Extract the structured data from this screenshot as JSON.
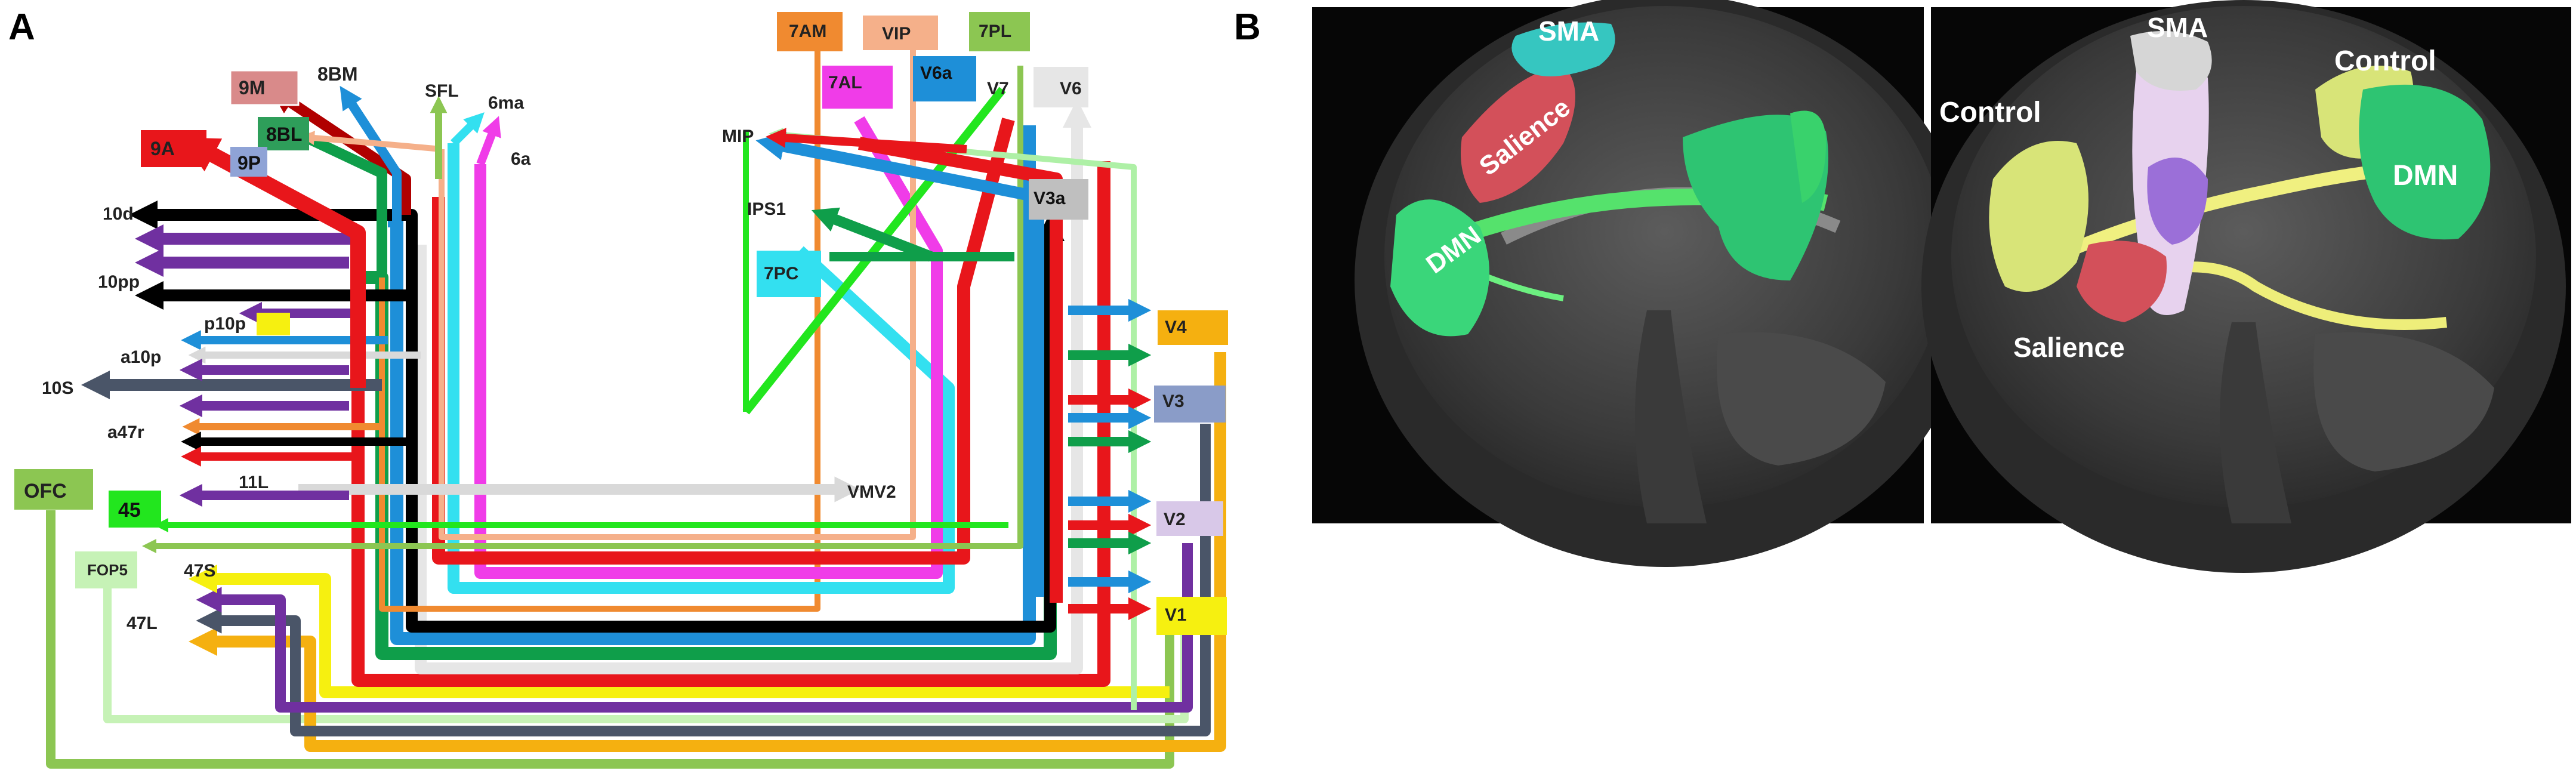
{
  "panels": {
    "a": "A",
    "b": "B"
  },
  "panel_a": {
    "labels": {
      "r9m": "9M",
      "r8bm": "8BM",
      "sfl": "SFL",
      "r6ma": "6ma",
      "r6a": "6a",
      "r8bl": "8BL",
      "r9p": "9P",
      "r9a": "9A",
      "r10d": "10d",
      "r10pp": "10pp",
      "p10p": "p10p",
      "a10p": "a10p",
      "r10s": "10S",
      "a47r": "a47r",
      "r11l": "11L",
      "ofc": "OFC",
      "r45": "45",
      "fop5": "FOP5",
      "r47s": "47S",
      "r47l": "47L",
      "r7am": "7AM",
      "vip": "VIP",
      "r7pl": "7PL",
      "r7al": "7AL",
      "v6a": "V6a",
      "v7": "V7",
      "v6": "V6",
      "mip": "MIP",
      "ips1": "IPS1",
      "v3a": "V3a",
      "r7pc": "7PC",
      "vmv2": "VMV2",
      "v4": "V4",
      "v3": "V3",
      "v2": "V2",
      "v1": "V1"
    },
    "colors": {
      "r9m": "#d98a8a",
      "r8bl": "#2e9e5a",
      "r9p": "#8fa3d6",
      "r9a": "#e8161b",
      "r7am": "#f08a30",
      "vip": "#f5b08a",
      "r7pl": "#8cc652",
      "r7al": "#f03ce8",
      "v6a": "#1e8fd8",
      "v6": "#e6e6e6",
      "v3a": "#bfbfbf",
      "r7pc": "#33e0f0",
      "v4": "#f5b010",
      "v3": "#8a9cc8",
      "v2": "#d8c8e8",
      "v1": "#f6f010",
      "ofc": "#8cc652",
      "r45": "#22e61e",
      "fop5": "#c6f2b6"
    }
  },
  "panel_b": {
    "left": {
      "sma": "SMA",
      "salience": "Salience",
      "dmn": "DMN"
    },
    "right": {
      "sma": "SMA",
      "control_left": "Control",
      "control_right": "Control",
      "dmn": "DMN",
      "salience": "Salience"
    }
  }
}
